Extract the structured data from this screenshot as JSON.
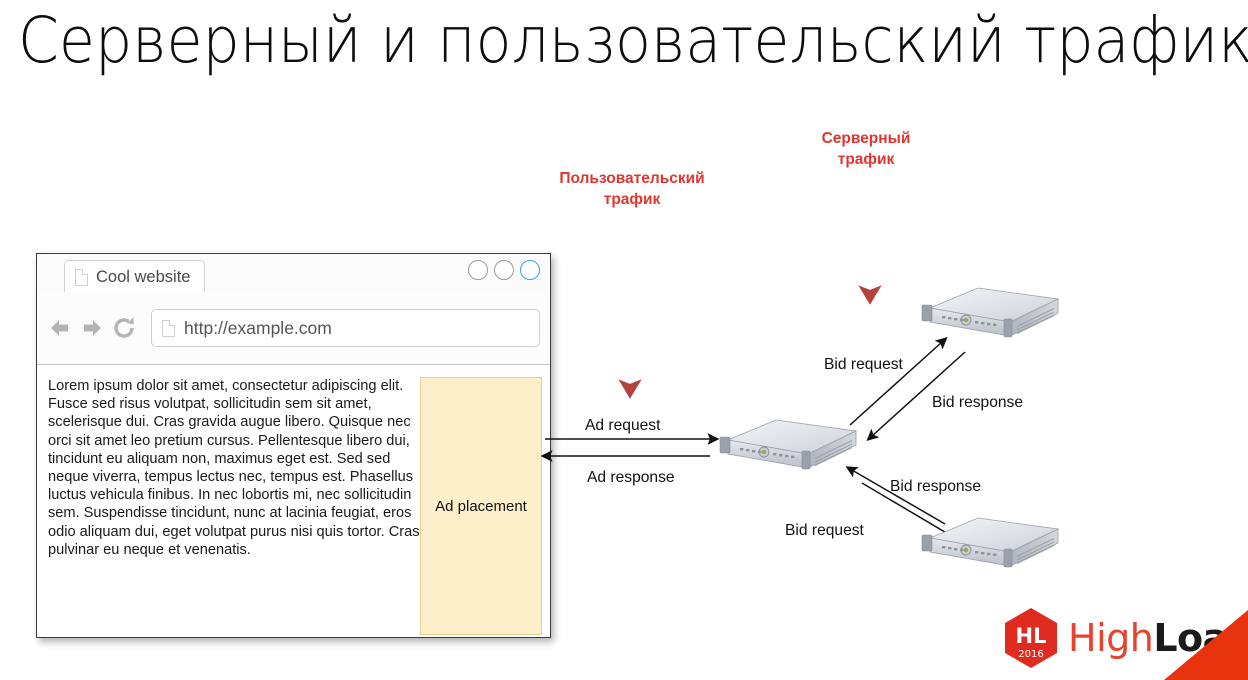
{
  "slide": {
    "title": "Серверный и пользовательский трафик"
  },
  "browser": {
    "tab": {
      "label": "Cool website",
      "icon": "page-icon"
    },
    "window_controls": [
      {
        "name": "minimize",
        "color": "#9b9b9b",
        "active": false
      },
      {
        "name": "maximize",
        "color": "#9b9b9b",
        "active": false
      },
      {
        "name": "close",
        "color": "#3fa2e0",
        "active": true
      }
    ],
    "toolbar": {
      "back_icon": "back-arrow-icon",
      "forward_icon": "forward-arrow-icon",
      "reload_icon": "reload-icon",
      "url_icon": "page-icon",
      "url": "http://example.com"
    },
    "page": {
      "body_text": "Lorem ipsum dolor sit amet, consectetur adipiscing elit. Fusce sed risus volutpat, sollicitudin sem sit amet, scelerisque dui. Cras gravida augue libero. Quisque nec orci sit amet leo pretium cursus. Pellentesque libero dui, tincidunt eu aliquam non, maximus eget est. Sed sed neque viverra, tempus lectus nec, tempus est. Phasellus luctus vehicula finibus. In nec lobortis mi, nec sollicitudin sem. Suspendisse tincidunt, nunc at lacinia feugiat, eros odio aliquam dui, eget volutpat purus nisi quis tortor. Cras pulvinar eu neque et venenatis.",
      "ad_placement_label": "Ad\nplacement"
    }
  },
  "diagram": {
    "traffic_labels": {
      "user_traffic": "Пользовательский\nтрафик",
      "server_traffic": "Серверный\nтрафик"
    },
    "flow_labels": {
      "ad_request": "Ad request",
      "ad_response": "Ad response",
      "bid_request_top": "Bid request",
      "bid_response_top": "Bid response",
      "bid_response_bottom": "Bid response",
      "bid_request_bottom": "Bid request"
    },
    "servers": [
      {
        "name": "ad-exchange-server"
      },
      {
        "name": "bidder-server-top"
      },
      {
        "name": "bidder-server-bottom"
      }
    ],
    "colors": {
      "traffic_red": "#e0362f",
      "arrow_red": "#b5423c",
      "arrow_black": "#1a1a1a",
      "ad_box_fill": "#fdefca",
      "ad_box_border": "#e6cf93"
    }
  },
  "logo": {
    "badge_text": "HL",
    "badge_year": "2016",
    "word_high": "High",
    "word_load": "Load",
    "word_plus": "++",
    "badge_color": "#e02b20",
    "accent_color": "#e8432c"
  }
}
